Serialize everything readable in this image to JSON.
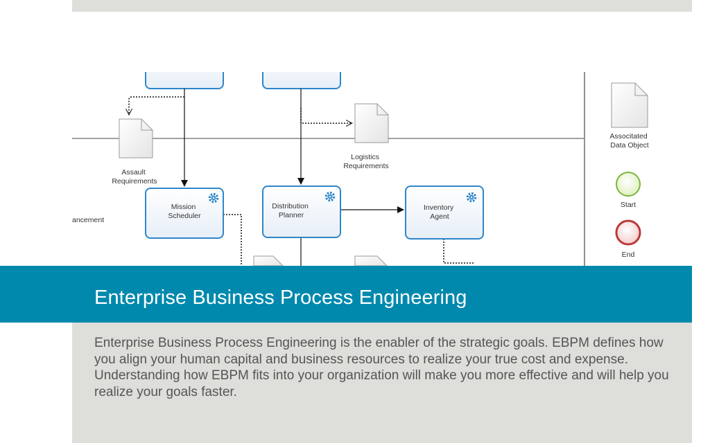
{
  "diagram": {
    "nodes": {
      "mission_scheduler": "Mission Scheduler",
      "distribution_planner": "Distribution Planner",
      "inventory_agent": "Inventory Agent"
    },
    "data_objects": {
      "assault": "Assault Requirements",
      "logistics": "Logistics Requirements"
    },
    "lane_label": "ancement",
    "legend": {
      "data_object": "Associtated Data Object",
      "start": "Start",
      "end": "End"
    }
  },
  "section": {
    "title": "Enterprise Business Process Engineering",
    "description": "Enterprise Business Process Engineering is the enabler of the strategic goals. EBPM defines how you align your human capital and business resources to realize your true cost and expense.  Understanding how EBPM fits into your organization will make you more effective and will help you realize your goals faster."
  },
  "colors": {
    "accent": "#0189ad",
    "panel": "#dededa",
    "task_border": "#2e86c9",
    "start_green": "#7db341",
    "end_red": "#b83a3a"
  }
}
